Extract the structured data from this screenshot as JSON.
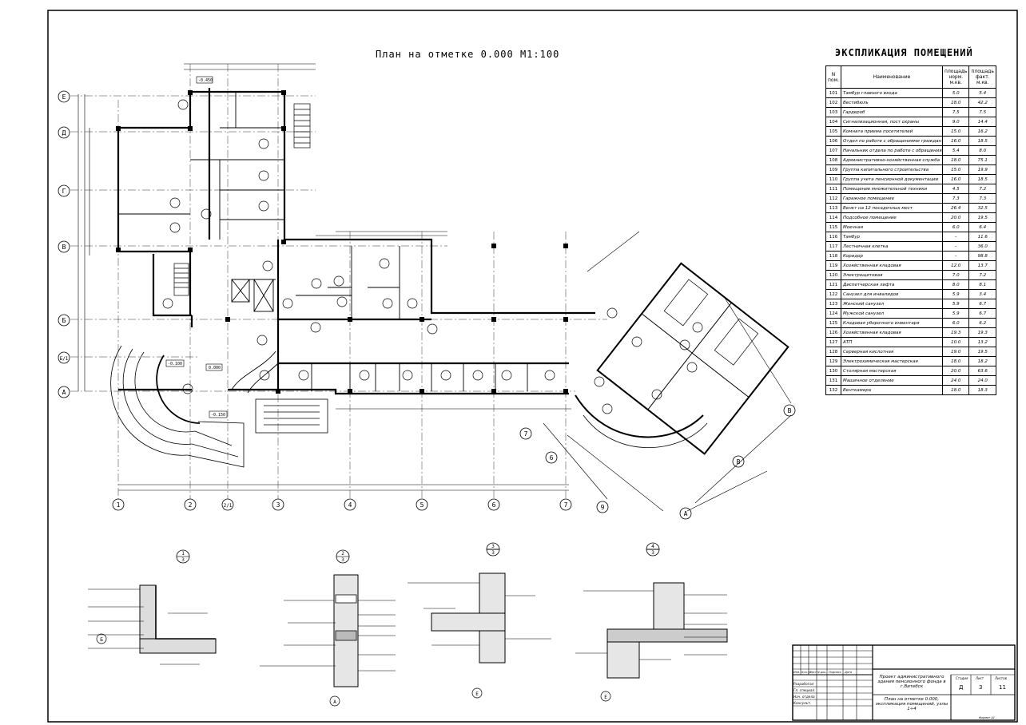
{
  "plan_title": "План на отметке 0.000     М1:100",
  "explication": {
    "title": "ЭКСПЛИКАЦИЯ ПОМЕЩЕНИЙ",
    "headers": [
      "N пом.",
      "Наименование",
      "площадь норм. м.кв.",
      "площадь факт. м.кв."
    ],
    "rows": [
      [
        "101",
        "Тамбур главного входа",
        "5.0",
        "5.4"
      ],
      [
        "102",
        "Вестибюль",
        "18.0",
        "42.2"
      ],
      [
        "103",
        "Гардероб",
        "7.5",
        "7.5"
      ],
      [
        "104",
        "Сигнализационная, пост охраны",
        "9.0",
        "14.4"
      ],
      [
        "105",
        "Комната приема посетителей",
        "15.0",
        "16.2"
      ],
      [
        "106",
        "Отдел по работе с обращениями граждан",
        "16.0",
        "18.5"
      ],
      [
        "107",
        "Начальник отдела по работе с обращениями граждан",
        "5.4",
        "8.0"
      ],
      [
        "108",
        "Административно-хозяйственная служба",
        "18.0",
        "75.1"
      ],
      [
        "109",
        "Группа капитального строительства",
        "15.0",
        "19.9"
      ],
      [
        "110",
        "Группа учета пенсионной документации",
        "16.0",
        "18.5"
      ],
      [
        "111",
        "Помещение множительной техники",
        "4.5",
        "7.2"
      ],
      [
        "112",
        "Гаражное помещение",
        "7.3",
        "7.3"
      ],
      [
        "113",
        "Венкт на 12 посадочных мест",
        "26.4",
        "32.5"
      ],
      [
        "114",
        "Подсобное помещение",
        "20.0",
        "19.5"
      ],
      [
        "115",
        "Моечная",
        "6.0",
        "6.4"
      ],
      [
        "116",
        "Тамбур",
        "–",
        "11.6"
      ],
      [
        "117",
        "Лестничная клетка",
        "–",
        "36.0"
      ],
      [
        "118",
        "Коридор",
        "–",
        "98.8"
      ],
      [
        "119",
        "Хозяйственная кладовая",
        "12.0",
        "13.7"
      ],
      [
        "120",
        "Электрощитовая",
        "7.0",
        "7.2"
      ],
      [
        "121",
        "Диспетчерская лифта",
        "8.0",
        "8.1"
      ],
      [
        "122",
        "Санузел для инвалидов",
        "5.9",
        "3.4"
      ],
      [
        "123",
        "Женский санузел",
        "5.9",
        "6.7"
      ],
      [
        "124",
        "Мужской санузел",
        "5.9",
        "6.7"
      ],
      [
        "125",
        "Кладовая уборочного инвентаря",
        "6.0",
        "6.2"
      ],
      [
        "126",
        "Хозяйственная кладовая",
        "19.3",
        "19.3"
      ],
      [
        "127",
        "АТП",
        "10.0",
        "13.2"
      ],
      [
        "128",
        "Серверная кислотная",
        "19.0",
        "19.5"
      ],
      [
        "129",
        "Электрохимическая мастерская",
        "18.0",
        "18.2"
      ],
      [
        "130",
        "Столярная мастерская",
        "20.0",
        "63.6"
      ],
      [
        "131",
        "Машинное отделение",
        "24.0",
        "24.0"
      ],
      [
        "132",
        "Венткамера",
        "18.0",
        "18.3"
      ]
    ]
  },
  "axes": {
    "columns": [
      "1",
      "2",
      "2/1",
      "3",
      "4",
      "5",
      "6",
      "7"
    ],
    "rows": [
      "Е",
      "Д",
      "Г",
      "В",
      "Б",
      "Б/1",
      "А"
    ],
    "wing": [
      "7",
      "6",
      "9",
      "А",
      "В",
      "В"
    ]
  },
  "levels": [
    "-0.450",
    "-0.100",
    "0.000",
    "-0.150"
  ],
  "sections": [
    {
      "id": "1",
      "sheet": "3",
      "bottom": "Б"
    },
    {
      "id": "2",
      "sheet": "3",
      "bottom": "А"
    },
    {
      "id": "3",
      "sheet": "3",
      "bottom": "Е"
    },
    {
      "id": "4",
      "sheet": "3",
      "bottom": "Е"
    }
  ],
  "stamp": {
    "project": "Проект административного здания пенсионного фонда в г.Витебск",
    "sheet_name": "План на отметке 0.000, экспликация помещений, узлы 1÷4",
    "stage_h": "Стадия",
    "sheet_h": "Лист",
    "sheets_h": "Листов",
    "stage": "Д",
    "sheet": "3",
    "sheets": "11",
    "roles": [
      "Разработал",
      "Гл. специал.",
      "Нач. отдела",
      "Консульт."
    ],
    "cols": [
      "Изм.",
      "Кол.уч",
      "Лист",
      "N док.",
      "Подпись",
      "Дата"
    ],
    "format": "Формат А1"
  }
}
